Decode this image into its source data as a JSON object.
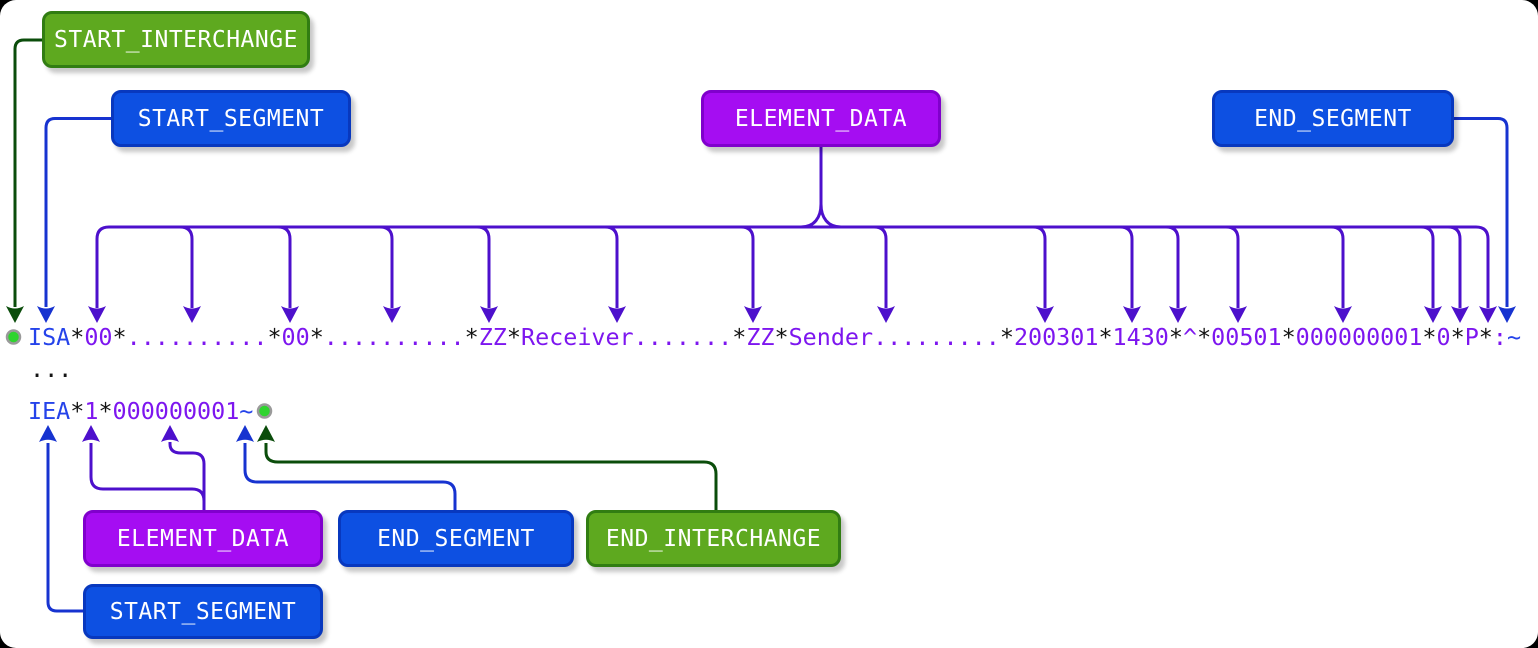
{
  "tokens": {
    "start_interchange": "START_INTERCHANGE",
    "start_segment": "START_SEGMENT",
    "element_data": "ELEMENT_DATA",
    "end_segment": "END_SEGMENT",
    "end_interchange": "END_INTERCHANGE"
  },
  "edi": {
    "isa_segments": [
      {
        "t": "ISA",
        "c": "tag"
      },
      {
        "t": "*",
        "c": "sep"
      },
      {
        "t": "00",
        "c": "data"
      },
      {
        "t": "*",
        "c": "sep"
      },
      {
        "t": "..........",
        "c": "data"
      },
      {
        "t": "*",
        "c": "sep"
      },
      {
        "t": "00",
        "c": "data"
      },
      {
        "t": "*",
        "c": "sep"
      },
      {
        "t": "..........",
        "c": "data"
      },
      {
        "t": "*",
        "c": "sep"
      },
      {
        "t": "ZZ",
        "c": "data"
      },
      {
        "t": "*",
        "c": "sep"
      },
      {
        "t": "Receiver.......",
        "c": "data"
      },
      {
        "t": "*",
        "c": "sep"
      },
      {
        "t": "ZZ",
        "c": "data"
      },
      {
        "t": "*",
        "c": "sep"
      },
      {
        "t": "Sender.........",
        "c": "data"
      },
      {
        "t": "*",
        "c": "sep"
      },
      {
        "t": "200301",
        "c": "data"
      },
      {
        "t": "*",
        "c": "sep"
      },
      {
        "t": "1430",
        "c": "data"
      },
      {
        "t": "*",
        "c": "sep"
      },
      {
        "t": "^",
        "c": "data"
      },
      {
        "t": "*",
        "c": "sep"
      },
      {
        "t": "00501",
        "c": "data"
      },
      {
        "t": "*",
        "c": "sep"
      },
      {
        "t": "000000001",
        "c": "data"
      },
      {
        "t": "*",
        "c": "sep"
      },
      {
        "t": "0",
        "c": "data"
      },
      {
        "t": "*",
        "c": "sep"
      },
      {
        "t": "P",
        "c": "data"
      },
      {
        "t": "*",
        "c": "sep"
      },
      {
        "t": ":",
        "c": "data"
      },
      {
        "t": "~",
        "c": "term"
      }
    ],
    "ellipsis": "...",
    "iea_segments": [
      {
        "t": "IEA",
        "c": "tag"
      },
      {
        "t": "*",
        "c": "sep"
      },
      {
        "t": "1",
        "c": "data"
      },
      {
        "t": "*",
        "c": "sep"
      },
      {
        "t": "000000001",
        "c": "data"
      },
      {
        "t": "~",
        "c": "term"
      }
    ]
  },
  "colors": {
    "green_box": "#5EA91F",
    "green_box_border": "#317D12",
    "blue_box": "#0D50E2",
    "blue_box_border": "#0838BE",
    "purple_box": "#A50DF2",
    "purple_box_border": "#8000CC",
    "arrow_purple": "#4D10CC",
    "arrow_blue": "#1733D0",
    "arrow_green": "#0B4D0B",
    "text_tag_blue": "#2543EA",
    "text_data_purple": "#7D16EF",
    "text_separator": "#141414",
    "dot_green": "#2FD42F",
    "dot_ring": "#9A9A9A"
  }
}
